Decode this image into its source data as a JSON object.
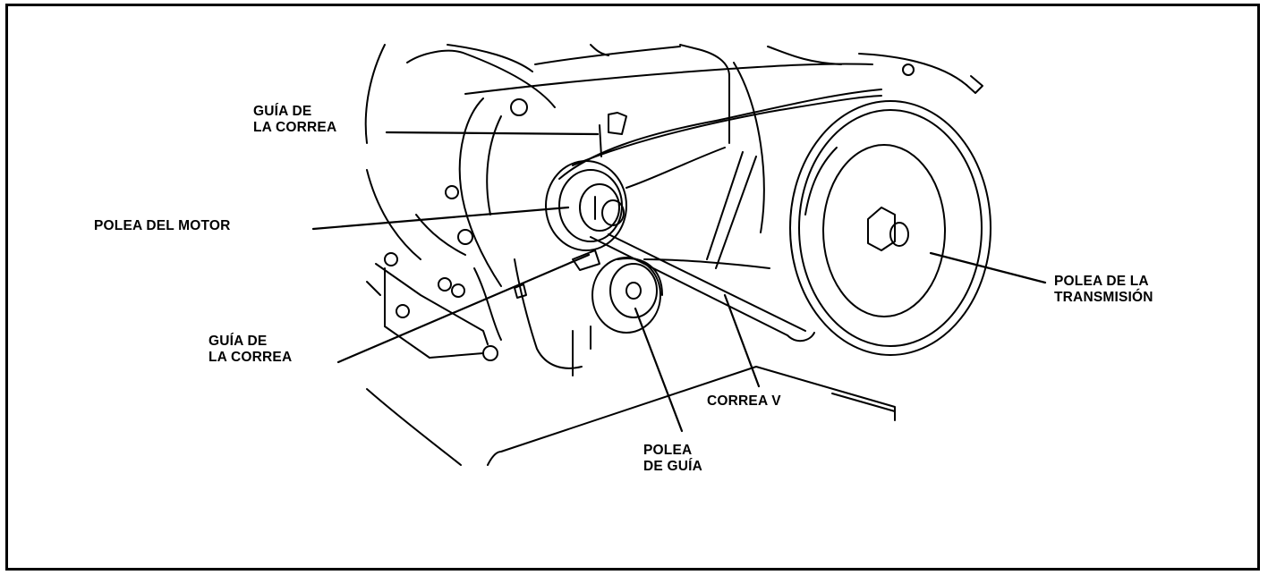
{
  "labels": {
    "belt_guide_top": [
      "GUÍA DE",
      "LA CORREA"
    ],
    "engine_pulley": "POLEA DEL MOTOR",
    "belt_guide_bottom": [
      "GUÍA DE",
      "LA CORREA"
    ],
    "idler_pulley": [
      "POLEA",
      "DE GUÍA"
    ],
    "v_belt": "CORREA V",
    "transmission_pulley": [
      "POLEA DE LA",
      "TRANSMISIÓN"
    ]
  }
}
